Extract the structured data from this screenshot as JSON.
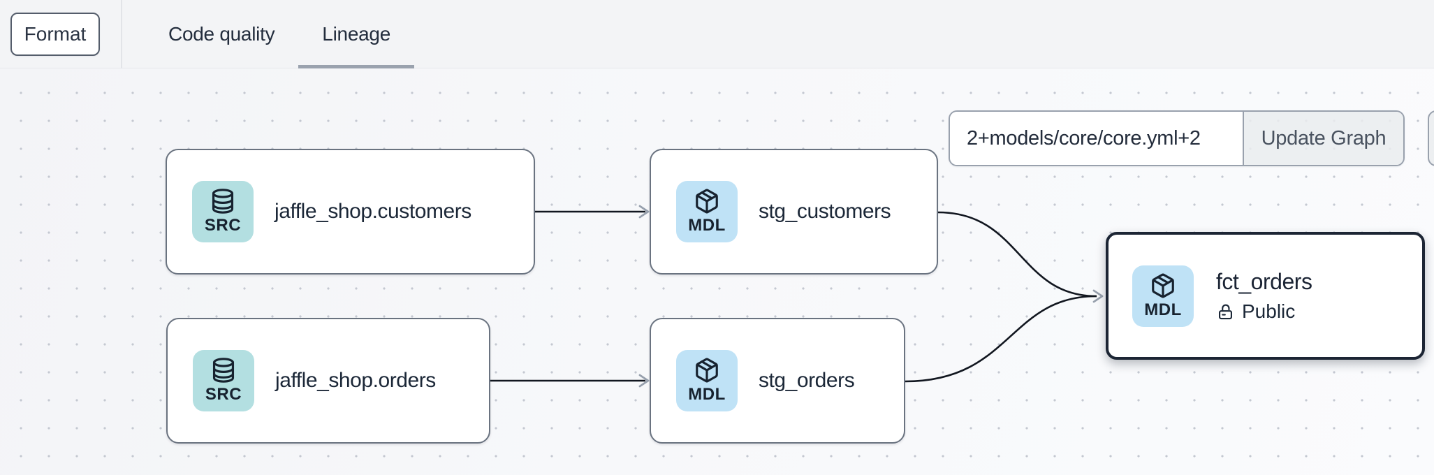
{
  "toolbar": {
    "format_label": "Format",
    "tabs": [
      {
        "label": "Code quality",
        "active": false
      },
      {
        "label": "Lineage",
        "active": true
      }
    ]
  },
  "lineage": {
    "filter": {
      "value": "2+models/core/core.yml+2",
      "button_label": "Update Graph"
    },
    "nodes": [
      {
        "id": "jaffle_shop.customers",
        "label": "jaffle_shop.customers",
        "type": "SRC",
        "resource": "source",
        "icon": "database-icon",
        "selected": false
      },
      {
        "id": "stg_customers",
        "label": "stg_customers",
        "type": "MDL",
        "resource": "model",
        "icon": "cube-icon",
        "selected": false
      },
      {
        "id": "jaffle_shop.orders",
        "label": "jaffle_shop.orders",
        "type": "SRC",
        "resource": "source",
        "icon": "database-icon",
        "selected": false
      },
      {
        "id": "stg_orders",
        "label": "stg_orders",
        "type": "MDL",
        "resource": "model",
        "icon": "cube-icon",
        "selected": false
      },
      {
        "id": "fct_orders",
        "label": "fct_orders",
        "type": "MDL",
        "resource": "model",
        "icon": "cube-icon",
        "access": "Public",
        "access_icon": "unlock-icon",
        "selected": true
      }
    ],
    "edges": [
      {
        "from": "jaffle_shop.customers",
        "to": "stg_customers"
      },
      {
        "from": "jaffle_shop.orders",
        "to": "stg_orders"
      },
      {
        "from": "stg_customers",
        "to": "fct_orders"
      },
      {
        "from": "stg_orders",
        "to": "fct_orders"
      }
    ]
  },
  "colors": {
    "source_badge": "#b3dfe1",
    "model_badge": "#bfe2f6",
    "node_border": "#6a7380",
    "selected_node_border": "#1c2534",
    "edge": "#11161f",
    "arrowhead": "#97a0ad",
    "tab_underline": "#9aa2ae",
    "canvas_dot": "#c4c8d1"
  }
}
